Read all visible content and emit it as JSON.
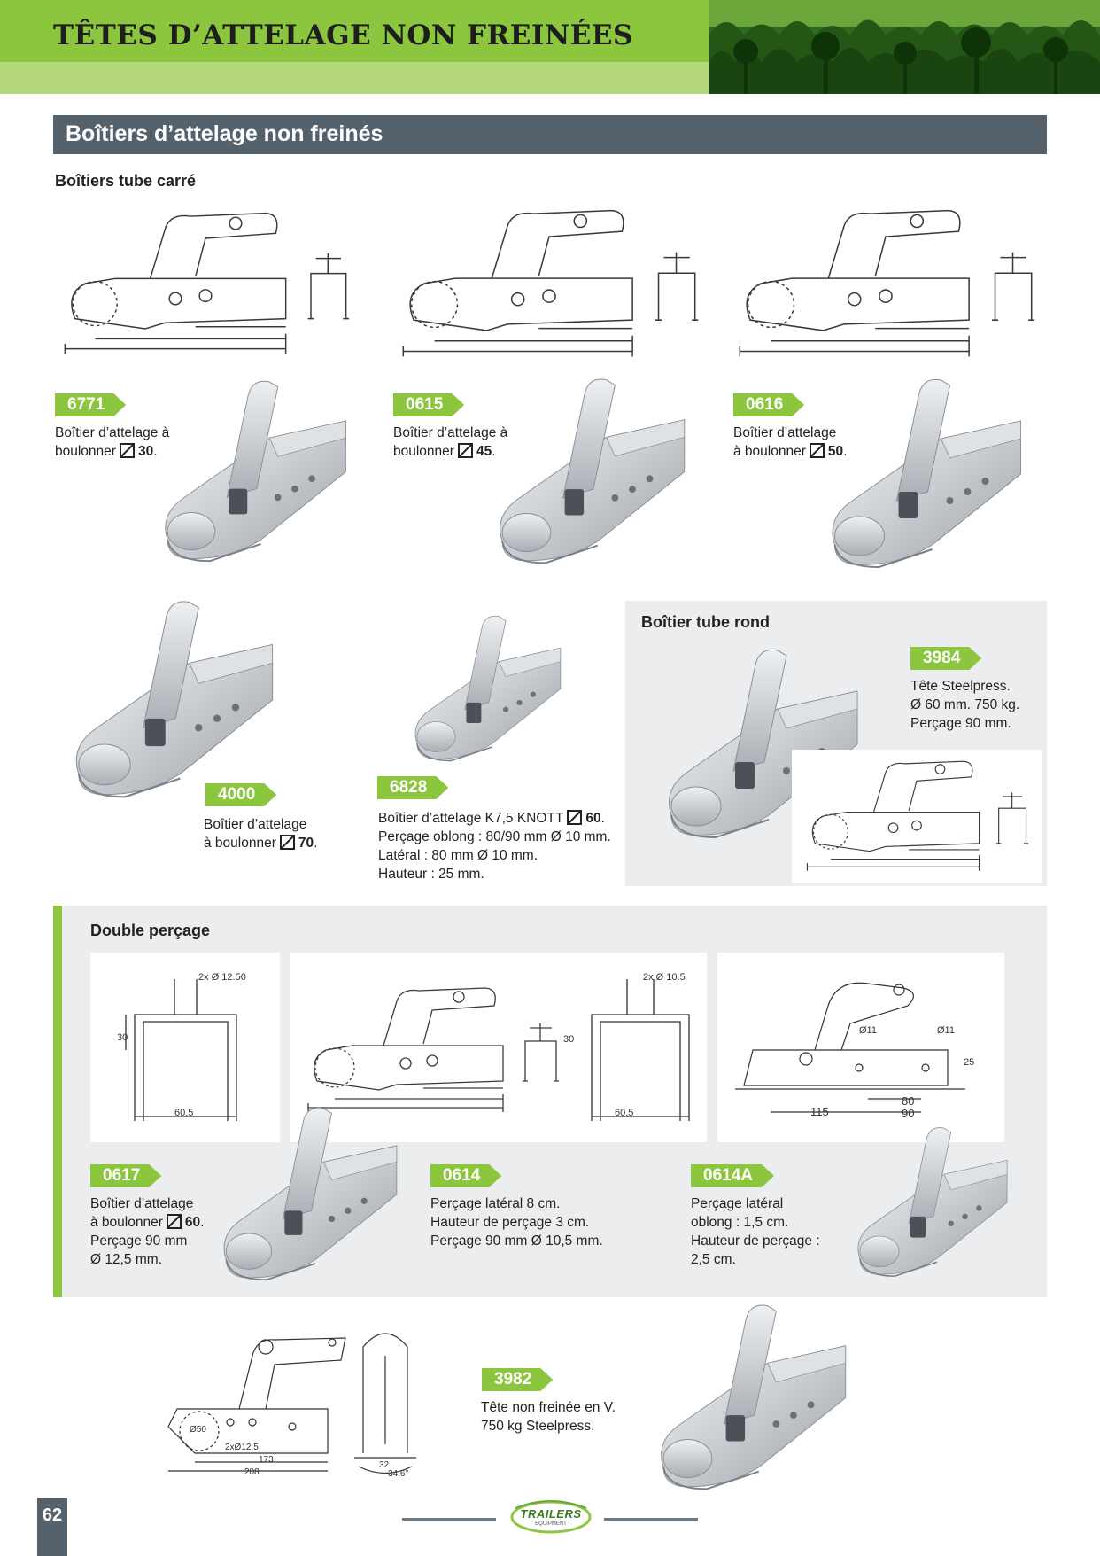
{
  "header": {
    "title": "TÊTES D’ATTELAGE NON FREINÉES"
  },
  "section": {
    "title": "Boîtiers d’attelage non freinés"
  },
  "subheads": {
    "square_tube": "Boîtiers tube carré",
    "round_tube": "Boîtier tube rond",
    "double_drilling": "Double perçage"
  },
  "products": [
    {
      "ref": "6771",
      "line1": "Boîtier d’attelage à",
      "line2": "boulonner",
      "size": "30",
      "suffix": "."
    },
    {
      "ref": "0615",
      "line1": "Boîtier d’attelage à",
      "line2": "boulonner",
      "size": "45",
      "suffix": "."
    },
    {
      "ref": "0616",
      "line1": "Boîtier d’attelage",
      "line2": "à boulonner",
      "size": "50",
      "suffix": "."
    },
    {
      "ref": "4000",
      "line1": "Boîtier d’attelage",
      "line2": "à boulonner",
      "size": "70",
      "suffix": "."
    },
    {
      "ref": "6828",
      "line1": "Boîtier d’attelage K7,5 KNOTT",
      "size": "60",
      "suffix": ".",
      "extra": [
        "Perçage oblong : 80/90 mm Ø 10 mm.",
        "Latéral : 80 mm Ø 10 mm.",
        "Hauteur : 25 mm."
      ]
    },
    {
      "ref": "3984",
      "lines": [
        "Tête Steelpress.",
        "Ø 60 mm. 750 kg.",
        "Perçage 90 mm."
      ]
    },
    {
      "ref": "0617",
      "line1": "Boîtier d’attelage",
      "line2": "à boulonner",
      "size": "60",
      "suffix": ".",
      "extra": [
        "Perçage 90 mm",
        "Ø 12,5 mm."
      ]
    },
    {
      "ref": "0614",
      "lines": [
        "Perçage latéral 8 cm.",
        "Hauteur de perçage 3 cm.",
        "Perçage 90 mm Ø 10,5 mm."
      ]
    },
    {
      "ref": "0614A",
      "lines": [
        "Perçage latéral",
        "oblong : 1,5 cm.",
        "Hauteur de perçage :",
        "2,5 cm."
      ]
    },
    {
      "ref": "3982",
      "lines": [
        "Tête non freinée en V.",
        "750 kg Steelpress."
      ]
    }
  ],
  "diagram_labels": {
    "d0617_top": "2x Ø 12.50",
    "d0617_h": "30",
    "d0617_w": "60.5",
    "d0614_top": "2x Ø 10.5",
    "d0614_h": "30",
    "d0614_w": "60.5",
    "d0614A_a": "Ø11",
    "d0614A_b": "Ø11",
    "d0614A_h": "25",
    "d0614A_l": "115",
    "d0614A_m": "80",
    "d0614A_n": "90",
    "d3982_a": "2xØ12.5",
    "d3982_b": "173",
    "d3982_c": "208",
    "d3982_d": "Ø50",
    "d3982_e": "32",
    "d3982_f": "34.6°"
  },
  "footer": {
    "page": "62",
    "logo_text": "TRAILERS",
    "logo_sub": "EQUIPMENT"
  },
  "colors": {
    "green": "#8cc63f",
    "green_light": "#b5d77c",
    "slate": "#55626b",
    "panel": "#ebedef"
  }
}
